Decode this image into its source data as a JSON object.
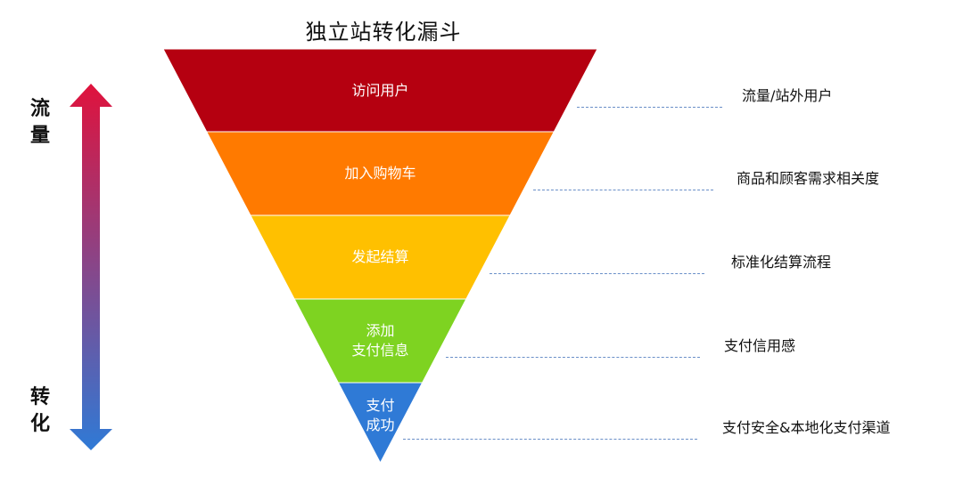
{
  "title": "独立站转化漏斗",
  "axis": {
    "top_label": [
      "流",
      "量"
    ],
    "bottom_label": [
      "转",
      "化"
    ],
    "gradient_top_color": "#e0123c",
    "gradient_bottom_color": "#2f7ad6"
  },
  "stages": [
    {
      "lines": [
        "访问用户"
      ],
      "color": "#b50010",
      "side": "流量/站外用户"
    },
    {
      "lines": [
        "加入购物车"
      ],
      "color": "#ff7a00",
      "side": "商品和顾客需求相关度"
    },
    {
      "lines": [
        "发起结算"
      ],
      "color": "#ffc000",
      "side": "标准化结算流程"
    },
    {
      "lines": [
        "添加",
        "支付信息"
      ],
      "color": "#7ed321",
      "side": "支付信用感"
    },
    {
      "lines": [
        "支付",
        "成功"
      ],
      "color": "#2f7ad6",
      "side": "支付安全&本地化支付渠道"
    }
  ]
}
